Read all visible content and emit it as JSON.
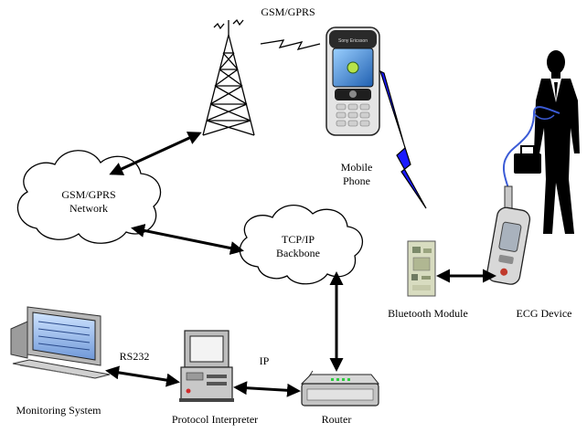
{
  "labels": {
    "gsm_link": "GSM/GPRS",
    "mobile_phone_line1": "Mobile",
    "mobile_phone_line2": "Phone",
    "gsm_network_line1": "GSM/GPRS",
    "gsm_network_line2": "Network",
    "tcpip_line1": "TCP/IP",
    "tcpip_line2": "Backbone",
    "bluetooth_module": "Bluetooth Module",
    "ecg_device": "ECG Device",
    "rs232": "RS232",
    "ip": "IP",
    "monitoring_system": "Monitoring System",
    "protocol_interpreter": "Protocol Interpreter",
    "router": "Router"
  },
  "phone_brand": "Sony Ericsson",
  "colors": {
    "bluetooth_link": "#1a1aff",
    "cable": "#3b5bd6",
    "ink": "#000000"
  }
}
